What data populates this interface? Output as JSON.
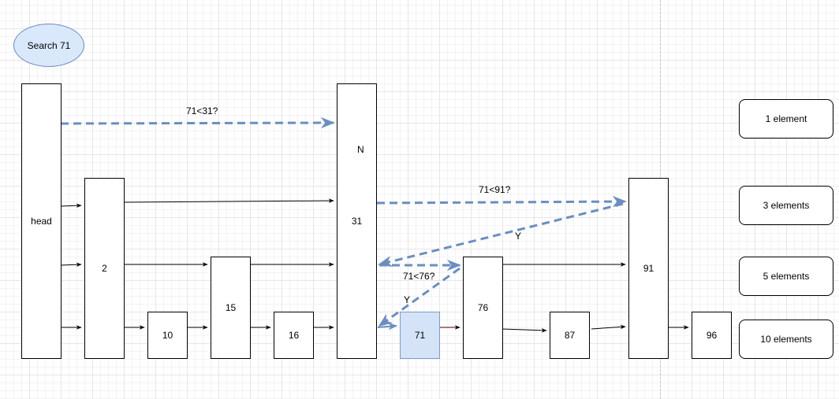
{
  "search": {
    "label": "Search 71"
  },
  "nodes": {
    "head": "head",
    "n2": "2",
    "n10": "10",
    "n15": "15",
    "n16": "16",
    "n31": "31",
    "n71": "71",
    "n76": "76",
    "n87": "87",
    "n91": "91",
    "n96": "96"
  },
  "levels": {
    "l1": "1 element",
    "l3": "3 elements",
    "l5": "5 elements",
    "l10": "10 elements"
  },
  "edge_labels": {
    "cmp31": "71<31?",
    "n_branch": "N",
    "cmp91": "71<91?",
    "y_branch_91": "Y",
    "cmp76": "71<76?",
    "y_branch_76": "Y"
  },
  "colors": {
    "search_path": "#6c8ebf",
    "found_fill": "#d4e3f8",
    "pointer": "#000000"
  }
}
